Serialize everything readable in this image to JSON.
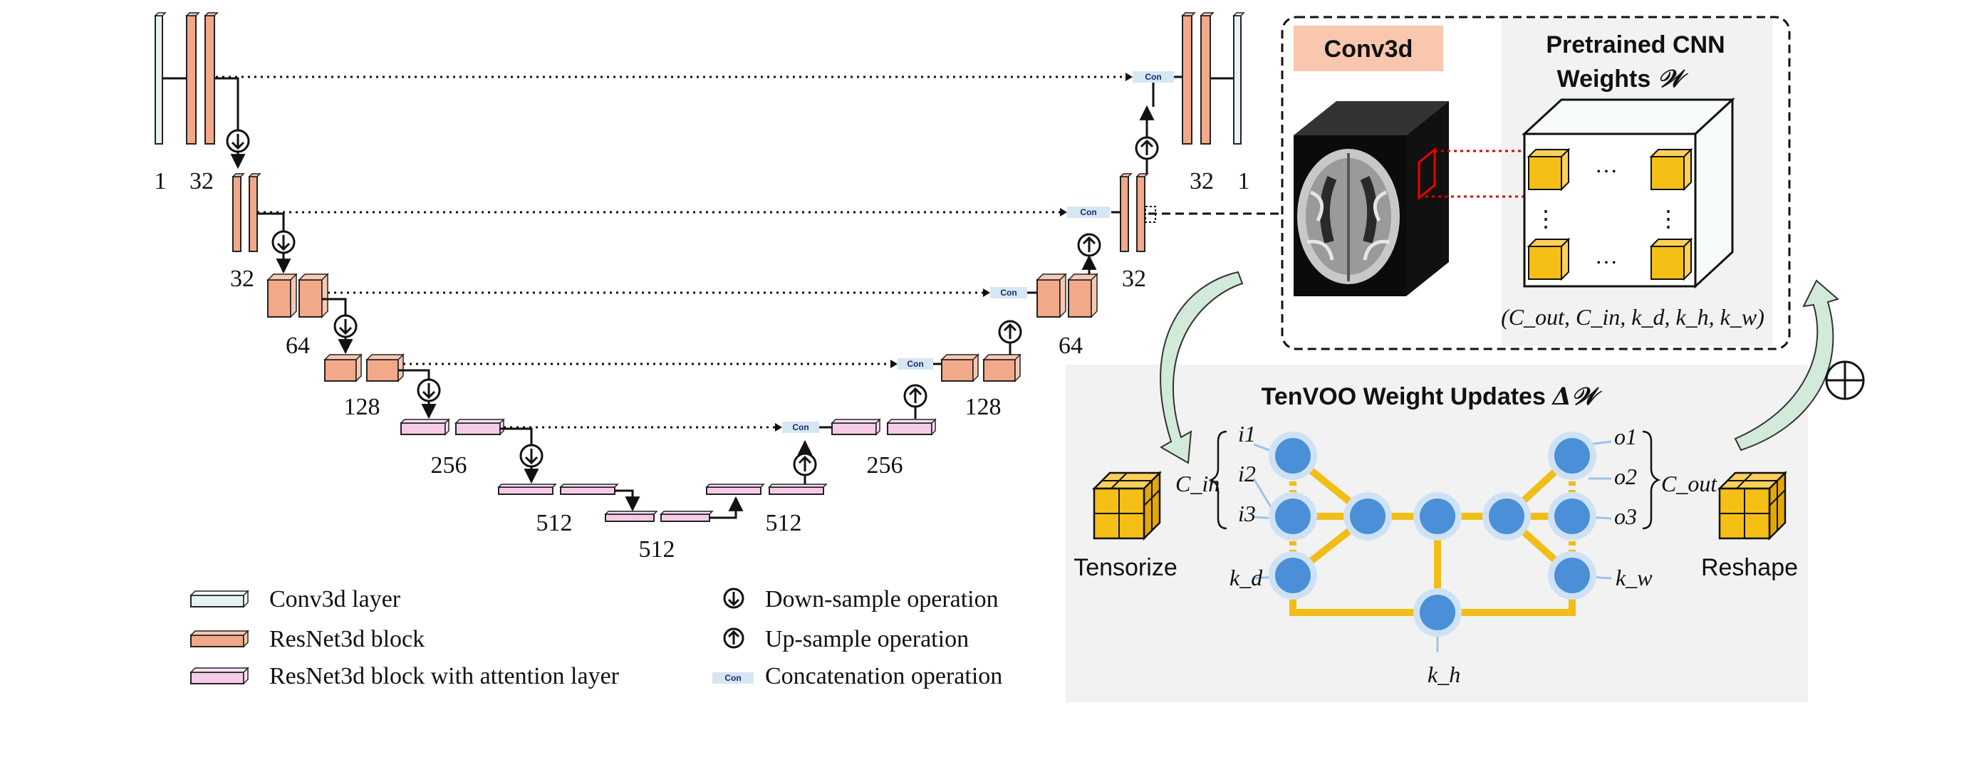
{
  "unet": {
    "channels": {
      "enc_in": "1",
      "enc_l0": "32",
      "enc_l1": "32",
      "enc_l2": "64",
      "enc_l3": "128",
      "enc_l4": "256",
      "enc_l5": "512",
      "bottleneck": "512",
      "dec_l5": "512",
      "dec_l4": "256",
      "dec_l3": "128",
      "dec_l2": "64",
      "dec_l1": "32",
      "dec_l0": "32",
      "dec_out": "1"
    },
    "concat_label": "Con"
  },
  "legend": {
    "conv3d": "Conv3d layer",
    "resnet": "ResNet3d block",
    "resnet_attn": "ResNet3d block with attention layer",
    "downsample": "Down-sample operation",
    "upsample": "Up-sample operation",
    "concat": "Concatenation operation",
    "concat_icon": "Con"
  },
  "pretrained": {
    "conv_label": "Conv3d",
    "title_line1": "Pretrained CNN",
    "title_line2": "Weights",
    "title_symbol": "𝒲",
    "dots_h": "…",
    "dots_v": "⋮",
    "shape_tuple": "(C_out, C_in, k_d, k_h, k_w)"
  },
  "tenvoo": {
    "title": "TenVOO Weight Updates",
    "title_symbol": "Δ𝒲",
    "tensorize": "Tensorize",
    "reshape": "Reshape",
    "c_in": "C_in",
    "c_out": "C_out",
    "inputs": [
      "i1",
      "i2",
      "i3"
    ],
    "outputs": [
      "o1",
      "o2",
      "o3"
    ],
    "k_d": "k_d",
    "k_h": "k_h",
    "k_w": "k_w"
  },
  "colors": {
    "conv": "#e6f2f4",
    "resnet": "#f2a98a",
    "attn": "#f5cbe8",
    "node": "#4a8fd8",
    "edge": "#f2bd16",
    "cube": "#f6bf16",
    "panel": "#f2f2f2",
    "conv_label_bg": "#f8c7ad"
  }
}
